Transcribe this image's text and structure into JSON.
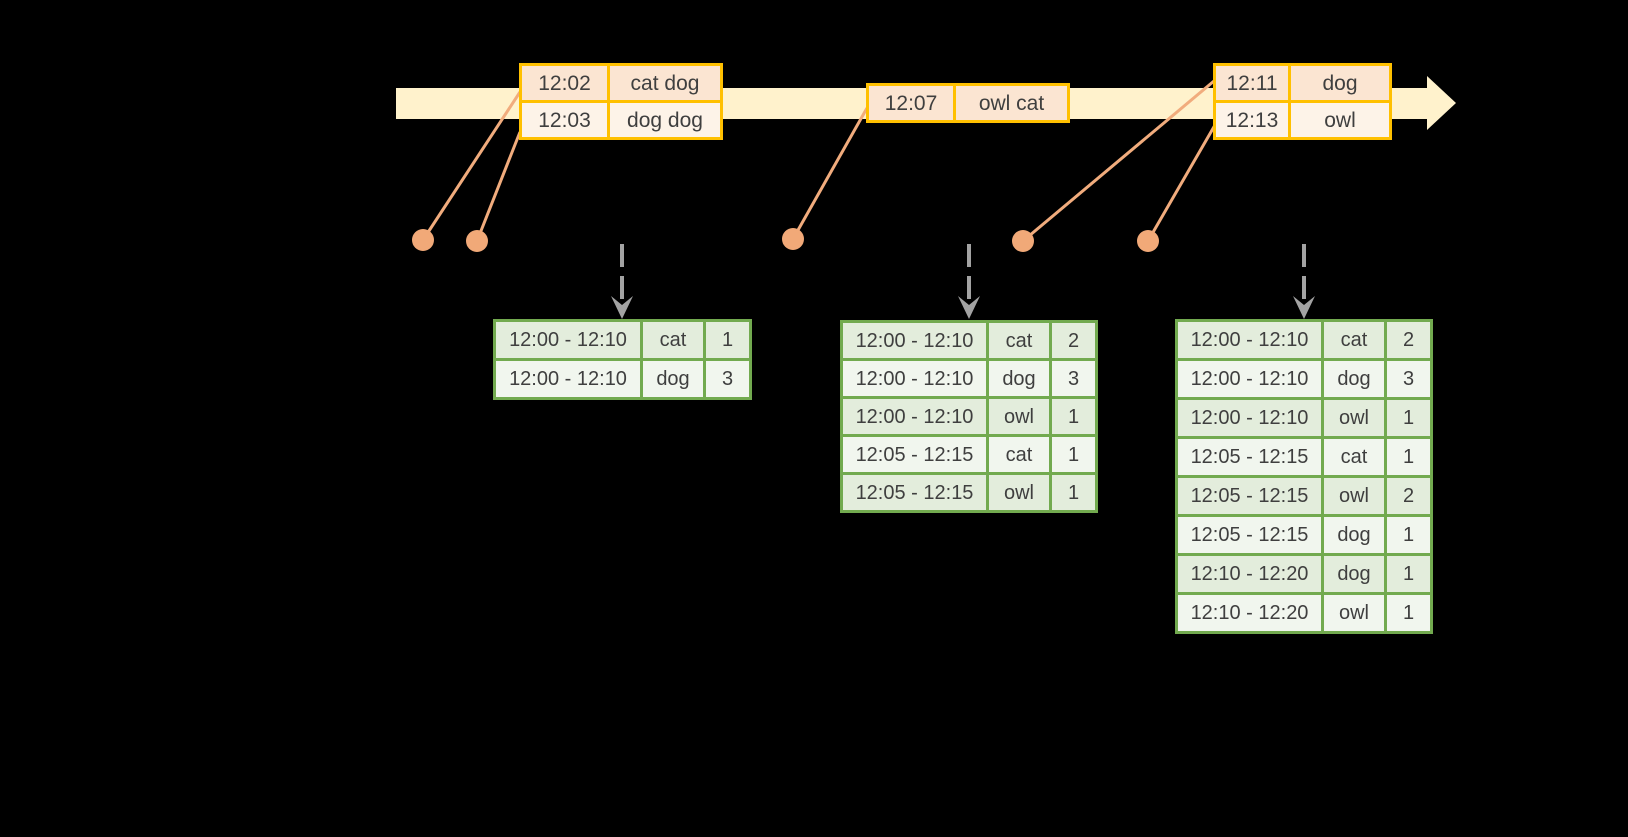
{
  "colors": {
    "background": "#000000",
    "timeline_fill": "#FFF2CC",
    "event_box_border": "#FFC000",
    "event_fill_dark": "#FBE5D2",
    "event_fill_light": "#FDF3E8",
    "connector_orange": "#F1AC7D",
    "trigger_arrow_gray": "#A3A3A3",
    "table_border_green": "#72AA4F",
    "table_fill_dark": "#E3EDDC",
    "table_fill_light": "#F1F6EE",
    "text": "#3F3F3F"
  },
  "icons": {
    "timeline_arrowhead": "right-arrowhead",
    "trigger_arrow": "dashed-down-arrow",
    "event_marker": "orange-dot"
  },
  "event_groups": [
    {
      "rows": [
        {
          "time": "12:02",
          "words": "cat dog"
        },
        {
          "time": "12:03",
          "words": "dog dog"
        }
      ]
    },
    {
      "rows": [
        {
          "time": "12:07",
          "words": "owl cat"
        }
      ]
    },
    {
      "rows": [
        {
          "time": "12:11",
          "words": "dog"
        },
        {
          "time": "12:13",
          "words": "owl"
        }
      ]
    }
  ],
  "result_tables": [
    {
      "rows": [
        {
          "window": "12:00 - 12:10",
          "word": "cat",
          "count": "1"
        },
        {
          "window": "12:00 - 12:10",
          "word": "dog",
          "count": "3"
        }
      ]
    },
    {
      "rows": [
        {
          "window": "12:00 - 12:10",
          "word": "cat",
          "count": "2"
        },
        {
          "window": "12:00 - 12:10",
          "word": "dog",
          "count": "3"
        },
        {
          "window": "12:00 - 12:10",
          "word": "owl",
          "count": "1"
        },
        {
          "window": "12:05 - 12:15",
          "word": "cat",
          "count": "1"
        },
        {
          "window": "12:05 - 12:15",
          "word": "owl",
          "count": "1"
        }
      ]
    },
    {
      "rows": [
        {
          "window": "12:00 - 12:10",
          "word": "cat",
          "count": "2"
        },
        {
          "window": "12:00 - 12:10",
          "word": "dog",
          "count": "3"
        },
        {
          "window": "12:00 - 12:10",
          "word": "owl",
          "count": "1"
        },
        {
          "window": "12:05 - 12:15",
          "word": "cat",
          "count": "1"
        },
        {
          "window": "12:05 - 12:15",
          "word": "owl",
          "count": "2"
        },
        {
          "window": "12:05 - 12:15",
          "word": "dog",
          "count": "1"
        },
        {
          "window": "12:10 - 12:20",
          "word": "dog",
          "count": "1"
        },
        {
          "window": "12:10 - 12:20",
          "word": "owl",
          "count": "1"
        }
      ]
    }
  ]
}
